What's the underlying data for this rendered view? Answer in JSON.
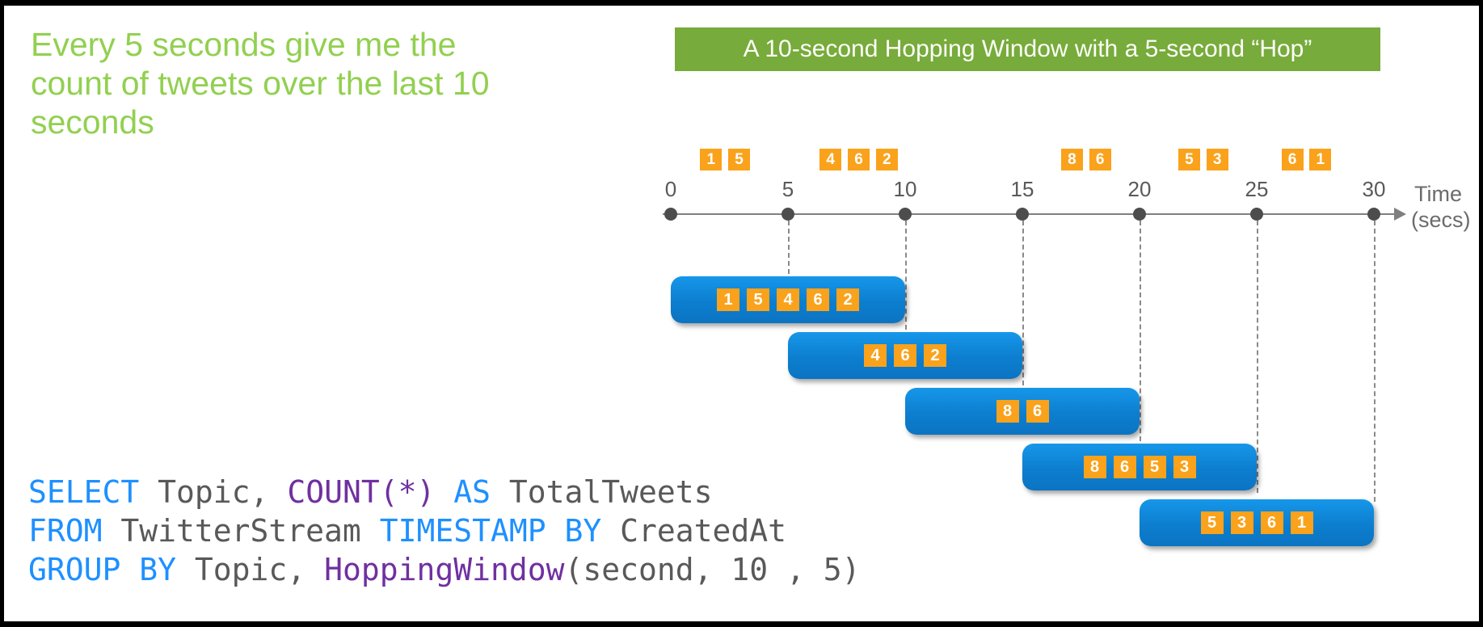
{
  "headline": {
    "lines": [
      "Every 5 seconds give me the",
      "count of tweets over the last 10",
      "seconds"
    ]
  },
  "banner": {
    "label": "A 10-second Hopping Window with a 5-second “Hop”"
  },
  "timeline": {
    "axis_label": "Time",
    "axis_unit": "(secs)",
    "ticks": [
      0,
      5,
      10,
      15,
      20,
      25,
      30
    ],
    "events": [
      {
        "t": 1.7,
        "value": "1"
      },
      {
        "t": 2.9,
        "value": "5"
      },
      {
        "t": 6.8,
        "value": "4"
      },
      {
        "t": 8.0,
        "value": "6"
      },
      {
        "t": 9.2,
        "value": "2"
      },
      {
        "t": 17.1,
        "value": "8"
      },
      {
        "t": 18.3,
        "value": "6"
      },
      {
        "t": 22.1,
        "value": "5"
      },
      {
        "t": 23.3,
        "value": "3"
      },
      {
        "t": 26.5,
        "value": "6"
      },
      {
        "t": 27.7,
        "value": "1"
      }
    ],
    "windows": [
      {
        "start": 0,
        "end": 10,
        "values": [
          "1",
          "5",
          "4",
          "6",
          "2"
        ]
      },
      {
        "start": 5,
        "end": 15,
        "values": [
          "4",
          "6",
          "2"
        ]
      },
      {
        "start": 10,
        "end": 20,
        "values": [
          "8",
          "6"
        ]
      },
      {
        "start": 15,
        "end": 25,
        "values": [
          "8",
          "6",
          "5",
          "3"
        ]
      },
      {
        "start": 20,
        "end": 30,
        "values": [
          "5",
          "3",
          "6",
          "1"
        ]
      }
    ]
  },
  "sql": {
    "lines": [
      [
        {
          "text": "SELECT",
          "type": "keyword"
        },
        {
          "text": " Topic, ",
          "type": "plain"
        },
        {
          "text": "COUNT(*)",
          "type": "function"
        },
        {
          "text": " AS ",
          "type": "keyword"
        },
        {
          "text": "TotalTweets",
          "type": "plain"
        }
      ],
      [
        {
          "text": "FROM",
          "type": "keyword"
        },
        {
          "text": " TwitterStream ",
          "type": "plain"
        },
        {
          "text": "TIMESTAMP BY",
          "type": "keyword"
        },
        {
          "text": " CreatedAt",
          "type": "plain"
        }
      ],
      [
        {
          "text": "GROUP BY",
          "type": "keyword"
        },
        {
          "text": " Topic, ",
          "type": "plain"
        },
        {
          "text": "HoppingWindow",
          "type": "function"
        },
        {
          "text": "(second, 10 , 5)",
          "type": "plain"
        }
      ]
    ]
  },
  "colors": {
    "headline_green": "#92D050",
    "banner_green": "#77AB3B",
    "event_orange": "#FAA21B",
    "window_blue": "#0F86D7",
    "keyword_blue": "#1E90FF",
    "function_purple": "#7030A0",
    "text_gray": "#595959"
  }
}
